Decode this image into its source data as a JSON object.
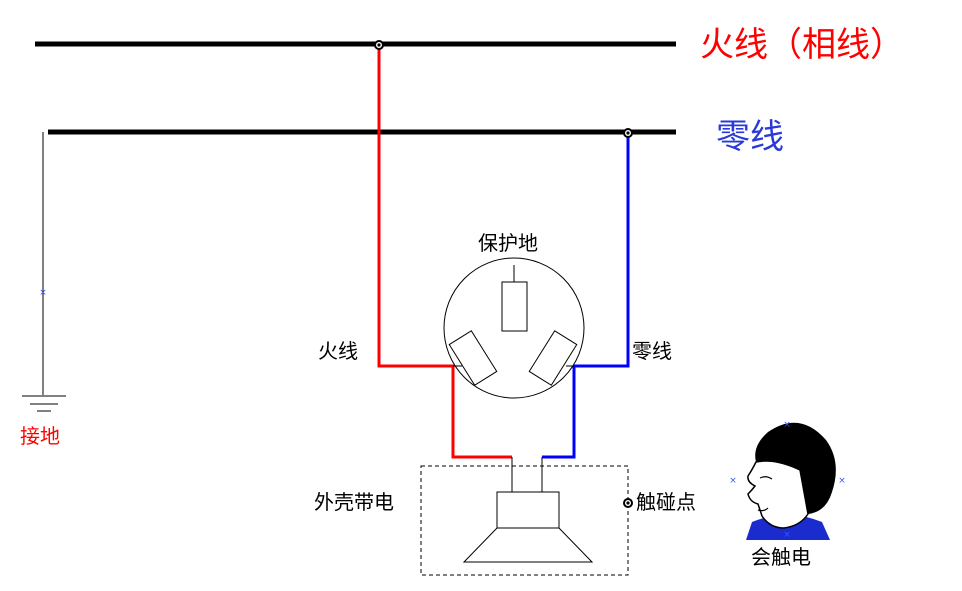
{
  "colors": {
    "live": "#ff0000",
    "neutral": "#0000ff",
    "bus": "#000000",
    "ground_label": "#ff0000",
    "neutral_label": "#2a3ad8"
  },
  "labels": {
    "live_line": "火线（相线）",
    "neutral_line": "零线",
    "protective_earth": "保护地",
    "socket_live": "火线",
    "socket_neutral": "零线",
    "ground": "接地",
    "casing_live": "外壳带电",
    "touch_point": "触碰点",
    "shock": "会触电"
  },
  "icons": {
    "ground": "ground-symbol-icon",
    "socket": "three-pin-socket-icon",
    "appliance": "speaker-appliance-icon",
    "person": "person-head-icon"
  }
}
